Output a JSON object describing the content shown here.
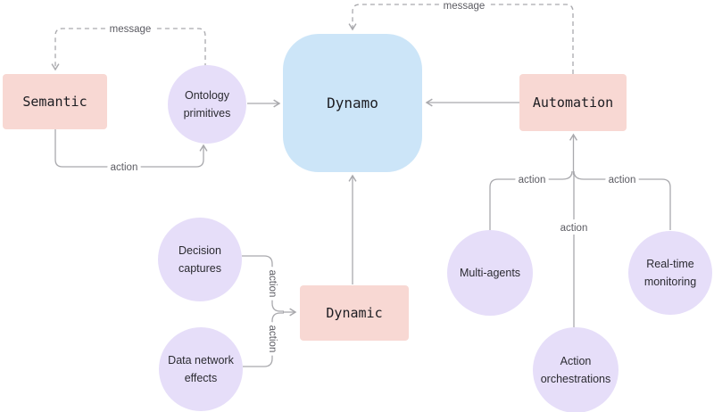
{
  "diagram": {
    "nodes": {
      "semantic": {
        "label": "Semantic"
      },
      "ontology_primitives": {
        "label": "Ontology\nprimitives"
      },
      "dynamo": {
        "label": "Dynamo"
      },
      "automation": {
        "label": "Automation"
      },
      "decision_captures": {
        "label": "Decision\ncaptures"
      },
      "data_network_effects": {
        "label": "Data network\neffects"
      },
      "dynamic": {
        "label": "Dynamic"
      },
      "multi_agents": {
        "label": "Multi-agents"
      },
      "action_orchestrations": {
        "label": "Action\norchestrations"
      },
      "real_time_monitoring": {
        "label": "Real-time\nmonitoring"
      }
    },
    "edge_labels": {
      "message_ontology_to_semantic": "message",
      "message_automation_to_dynamo": "message",
      "action_semantic_to_ontology": "action",
      "action_decision_to_dynamic": "action",
      "action_data_network_to_dynamic": "action",
      "action_multi_agents_to_automation": "action",
      "action_orchestrations_to_automation": "action",
      "action_real_time_to_automation": "action"
    },
    "colors": {
      "box_fill": "#f8d8d3",
      "dynamo_fill": "#cce5f8",
      "circle_fill": "#e6def9",
      "edge": "#a9a9ad",
      "edge_label": "#5c5c63",
      "node_text": "#1c1c21",
      "circle_text": "#2b2b31",
      "bg": "#ffffff"
    }
  }
}
